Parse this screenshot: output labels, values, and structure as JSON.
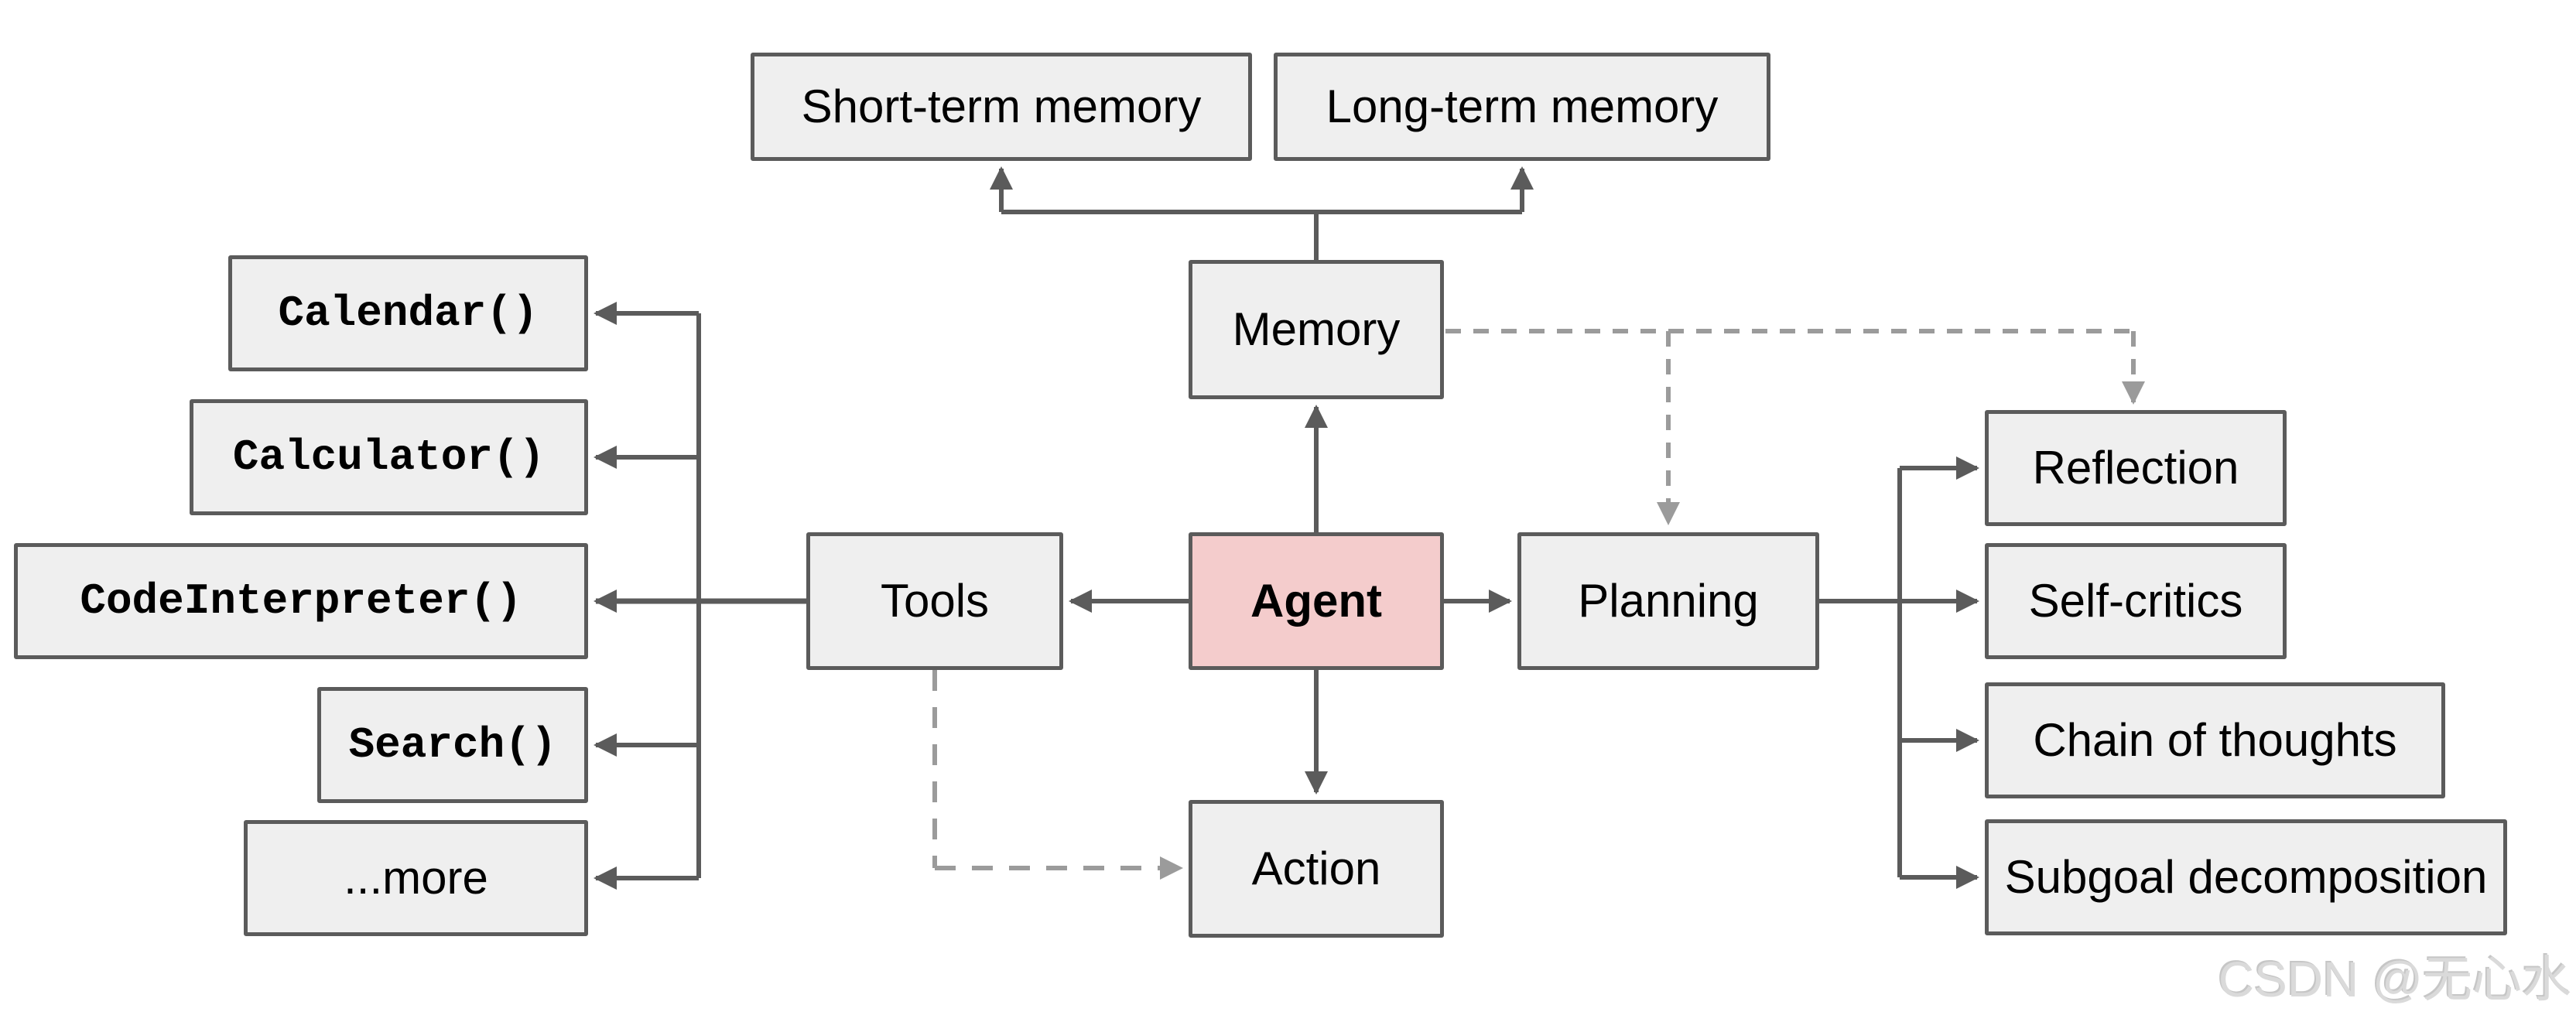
{
  "nodes": {
    "agent": {
      "label": "Agent"
    },
    "memory": {
      "label": "Memory"
    },
    "tools": {
      "label": "Tools"
    },
    "planning": {
      "label": "Planning"
    },
    "action": {
      "label": "Action"
    },
    "short_term_memory": {
      "label": "Short-term memory"
    },
    "long_term_memory": {
      "label": "Long-term memory"
    },
    "calendar": {
      "label": "Calendar()"
    },
    "calculator": {
      "label": "Calculator()"
    },
    "code_interpreter": {
      "label": "CodeInterpreter()"
    },
    "search": {
      "label": "Search()"
    },
    "more": {
      "label": "...more"
    },
    "reflection": {
      "label": "Reflection"
    },
    "self_critics": {
      "label": "Self-critics"
    },
    "chain_of_thoughts": {
      "label": "Chain of thoughts"
    },
    "subgoal_decomposition": {
      "label": "Subgoal decomposition"
    }
  },
  "watermark": {
    "text": "CSDN @无心水"
  },
  "colors": {
    "background": "#ffffff",
    "box_fill": "#efefef",
    "box_border": "#5b5b5b",
    "agent_fill": "#f4cccc",
    "solid_connector": "#5b5b5b",
    "dashed_connector": "#9b9b9b",
    "label_text": "#000000",
    "watermark_text": "#dadada"
  }
}
